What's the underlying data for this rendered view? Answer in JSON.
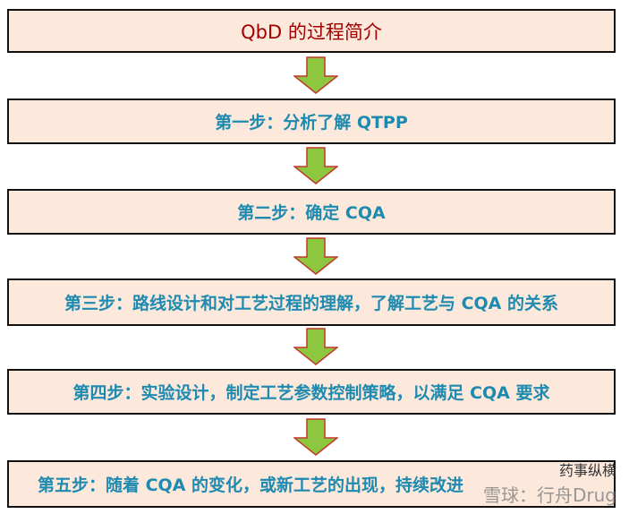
{
  "title": "QbD 的过程简介",
  "steps": [
    "第一步：分析了解 QTPP",
    "第二步：确定 CQA",
    "第三步：路线设计和对工艺过程的理解，了解工艺与 CQA 的关系",
    "第四步：实验设计，制定工艺参数控制策略，以满足 CQA 要求",
    "第五步：随着 CQA 的变化，或新工艺的出现，持续改进"
  ],
  "colors": {
    "box_fill": "#fce9dc",
    "step_text": "#1f8ab0",
    "title_text": "#a00000",
    "arrow_fill": "#8dc63f",
    "arrow_border": "#c0392b"
  },
  "watermark": {
    "line1": "药事纵横",
    "line2": "雪球：行舟Drug"
  }
}
